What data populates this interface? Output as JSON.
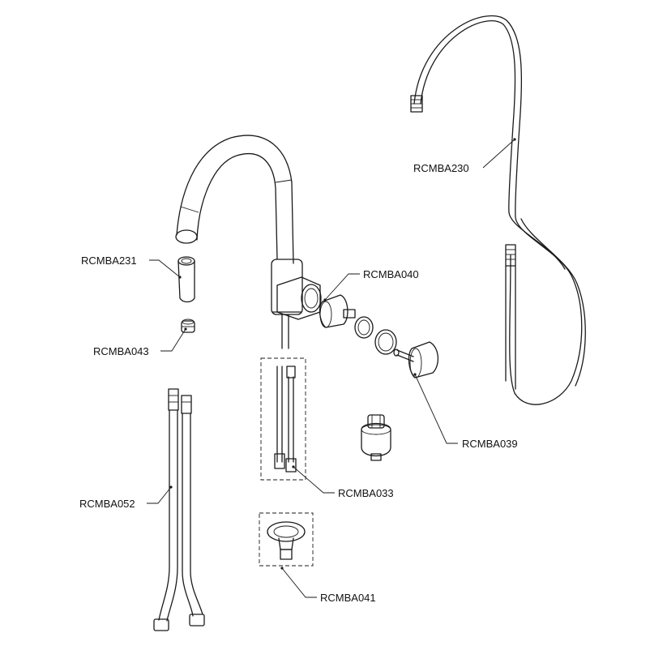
{
  "parts": {
    "rcmba230": "RCMBA230",
    "rcmba231": "RCMBA231",
    "rcmba040": "RCMBA040",
    "rcmba043": "RCMBA043",
    "rcmba039": "RCMBA039",
    "rcmba033": "RCMBA033",
    "rcmba052": "RCMBA052",
    "rcmba041": "RCMBA041"
  },
  "colors": {
    "line": "#1a1a1a",
    "background": "#ffffff"
  }
}
